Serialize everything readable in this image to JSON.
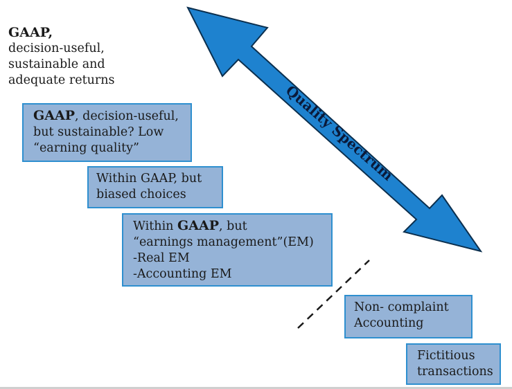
{
  "top_block": {
    "bold": "GAAP,",
    "lines": [
      "decision-useful,",
      "sustainable and",
      "adequate returns"
    ]
  },
  "box1": {
    "bold": "GAAP",
    "line1_rest": ", decision-useful,",
    "line2": "but sustainable? Low",
    "line3": "“earning quality”"
  },
  "box2": {
    "line1": "Within GAAP, but",
    "line2": "biased choices"
  },
  "box3": {
    "prefix": "Within ",
    "bold": "GAAP",
    "line1_rest": ", but",
    "line2": "“earnings management”(EM)",
    "line3": "-Real EM",
    "line4": "-Accounting EM"
  },
  "box4": {
    "line1": "Non- complaint",
    "line2": "Accounting"
  },
  "box5": {
    "line1": "Fictitious",
    "line2": "transactions"
  },
  "arrow": {
    "label": "Quality Spectrum",
    "fill": "#1e82cf",
    "stroke": "#0b2f4e"
  },
  "colors": {
    "box_fill": "#95b3d7",
    "box_border": "#2e8fcf"
  }
}
